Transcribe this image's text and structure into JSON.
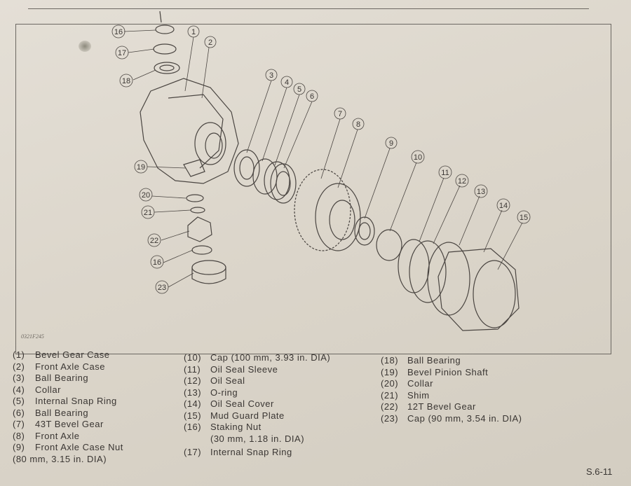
{
  "figure_code": "0321F245",
  "callouts": [
    "16",
    "1",
    "2",
    "17",
    "18",
    "3",
    "4",
    "5",
    "6",
    "7",
    "8",
    "9",
    "10",
    "19",
    "11",
    "12",
    "13",
    "14",
    "15",
    "20",
    "21",
    "22",
    "16",
    "23"
  ],
  "legend": {
    "col1": [
      {
        "num": "(1)",
        "label": "Bevel Gear Case"
      },
      {
        "num": "(2)",
        "label": "Front Axle Case"
      },
      {
        "num": "(3)",
        "label": "Ball Bearing"
      },
      {
        "num": "(4)",
        "label": "Collar"
      },
      {
        "num": "(5)",
        "label": "Internal Snap Ring"
      },
      {
        "num": "(6)",
        "label": "Ball Bearing"
      },
      {
        "num": "(7)",
        "label": "43T Bevel Gear"
      },
      {
        "num": "(8)",
        "label": "Front Axle"
      },
      {
        "num": "(9)",
        "label": "Front Axle Case Nut"
      }
    ],
    "col1_sub": "(80 mm, 3.15 in. DIA)",
    "col2": [
      {
        "num": "(10)",
        "label": "Cap (100 mm, 3.93 in. DIA)"
      },
      {
        "num": "(11)",
        "label": "Oil Seal Sleeve"
      },
      {
        "num": "(12)",
        "label": "Oil Seal"
      },
      {
        "num": "(13)",
        "label": "O-ring"
      },
      {
        "num": "(14)",
        "label": "Oil Seal Cover"
      },
      {
        "num": "(15)",
        "label": "Mud Guard Plate"
      },
      {
        "num": "(16)",
        "label": "Staking Nut"
      }
    ],
    "col2_sub": "(30 mm, 1.18 in. DIA)",
    "col2_last": {
      "num": "(17)",
      "label": "Internal Snap Ring"
    },
    "col3": [
      {
        "num": "(18)",
        "label": "Ball Bearing"
      },
      {
        "num": "(19)",
        "label": "Bevel Pinion Shaft"
      },
      {
        "num": "(20)",
        "label": "Collar"
      },
      {
        "num": "(21)",
        "label": "Shim"
      },
      {
        "num": "(22)",
        "label": "12T Bevel Gear"
      },
      {
        "num": "(23)",
        "label": "Cap (90 mm, 3.54 in. DIA)"
      }
    ]
  },
  "page_number": "S.6-11"
}
